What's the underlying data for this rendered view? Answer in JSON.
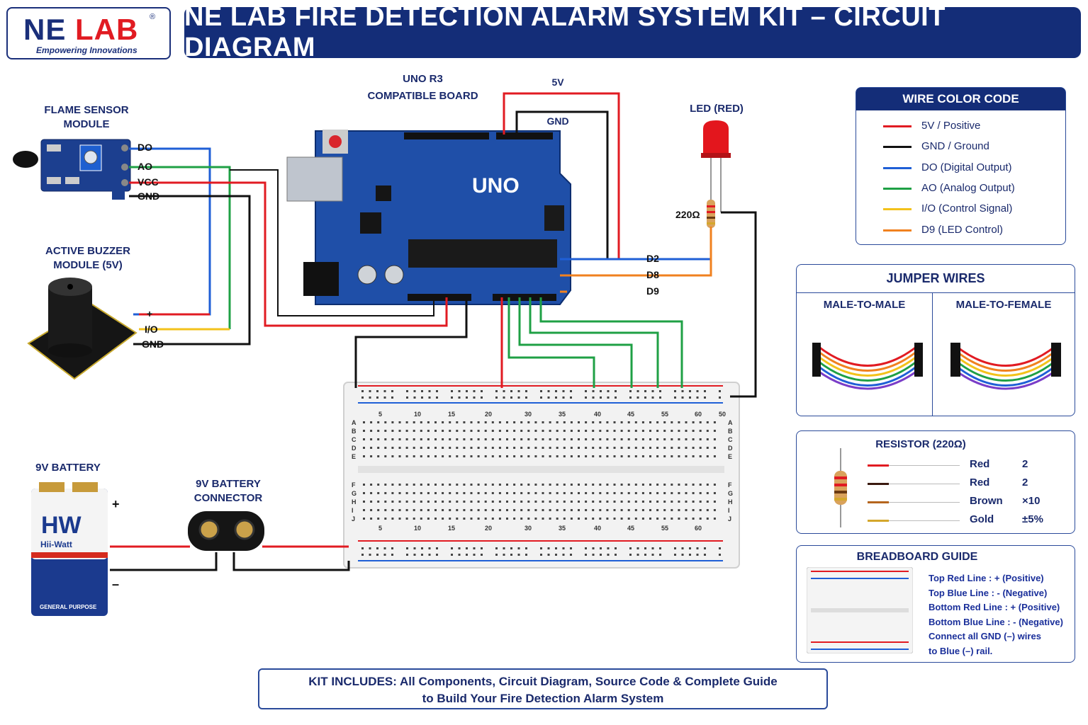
{
  "logo": {
    "brand_ne": "NE",
    "brand_lab": "LAB",
    "reg": "®",
    "tagline": "Empowering Innovations"
  },
  "title": "NE LAB FIRE DETECTION ALARM SYSTEM KIT – CIRCUIT DIAGRAM",
  "labels": {
    "uno_line1": "UNO R3",
    "uno_line2": "COMPATIBLE BOARD",
    "uno_text": "UNO",
    "v5": "5V",
    "gnd_top": "GND",
    "led": "LED (RED)",
    "resistor": "220Ω",
    "flame_line1": "FLAME SENSOR",
    "flame_line2": "MODULE",
    "buzzer_line1": "ACTIVE BUZZER",
    "buzzer_line2": "MODULE (5V)",
    "battery": "9V BATTERY",
    "connector_line1": "9V BATTERY",
    "connector_line2": "CONNECTOR",
    "battery_brand": "HW",
    "battery_sub": "Hii-Watt",
    "battery_type": "GENERAL PURPOSE",
    "plus": "+",
    "minus": "–"
  },
  "pins": {
    "flame": [
      "DO",
      "AO",
      "VCC",
      "GND"
    ],
    "buzzer": [
      "+",
      "I/O",
      "GND"
    ],
    "arduino": [
      "D2",
      "D8",
      "D9"
    ]
  },
  "breadboard": {
    "cols": [
      "5",
      "10",
      "15",
      "20",
      "30",
      "35",
      "40",
      "45",
      "55",
      "60",
      "50"
    ],
    "rows_top": [
      "A",
      "B",
      "C",
      "D",
      "E"
    ],
    "rows_bottom": [
      "F",
      "G",
      "H",
      "I",
      "J"
    ]
  },
  "wire_color_code": {
    "title": "WIRE COLOR CODE",
    "items": [
      {
        "label": "5V / Positive",
        "color": "#e11b22"
      },
      {
        "label": "GND / Ground",
        "color": "#111111"
      },
      {
        "label": "DO (Digital Output)",
        "color": "#1f5fd6"
      },
      {
        "label": "AO (Analog Output)",
        "color": "#1fa045"
      },
      {
        "label": "I/O (Control Signal)",
        "color": "#f3c21b"
      },
      {
        "label": "D9 (LED Control)",
        "color": "#f0811f"
      }
    ]
  },
  "jumper": {
    "title": "JUMPER WIRES",
    "left": "MALE-TO-MALE",
    "right": "MALE-TO-FEMALE"
  },
  "resistor_panel": {
    "title": "RESISTOR (220Ω)",
    "bands": [
      {
        "color_name": "Red",
        "value": "2",
        "color": "#e11b22"
      },
      {
        "color_name": "Red",
        "value": "2",
        "color": "#3a1a10"
      },
      {
        "color_name": "Brown",
        "value": "×10",
        "color": "#b5651d"
      },
      {
        "color_name": "Gold",
        "value": "±5%",
        "color": "#d4a72c"
      }
    ]
  },
  "breadboard_guide": {
    "title": "BREADBOARD GUIDE",
    "lines": [
      "Top Red Line      : + (Positive)",
      "Top Blue Line      : - (Negative)",
      "Bottom Red Line :  + (Positive)",
      "Bottom Blue Line : - (Negative)",
      "Connect all GND (–) wires",
      "to Blue (–) rail."
    ]
  },
  "footer": {
    "line1": "KIT INCLUDES: All Components, Circuit Diagram, Source Code & Complete Guide",
    "line2": "to Build Your Fire Detection Alarm System"
  }
}
